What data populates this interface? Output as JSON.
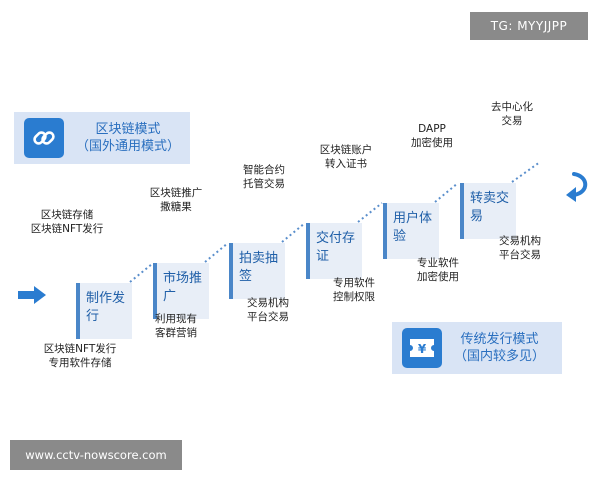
{
  "badges": {
    "tg": "TG: MYYJJPP",
    "url": "www.cctv-nowscore.com"
  },
  "legend": {
    "blockchain": {
      "line1": "区块链模式",
      "line2": "（国外通用模式）",
      "icon": "link-icon"
    },
    "traditional": {
      "line1": "传统发行模式",
      "line2": "（国内较多见）",
      "icon": "yuan-ticket-icon"
    }
  },
  "steps": [
    {
      "line1": "制作发",
      "line2": "行"
    },
    {
      "line1": "市场推",
      "line2": "广"
    },
    {
      "line1": "拍卖抽",
      "line2": "签"
    },
    {
      "line1": "交付存",
      "line2": "证"
    },
    {
      "line1": "用户体",
      "line2": "验"
    },
    {
      "line1": "转卖交",
      "line2": "易"
    }
  ],
  "notes": {
    "n1": {
      "line1": "区块链存储",
      "line2": "区块链NFT发行"
    },
    "n2": {
      "line1": "区块链NFT发行",
      "line2": "专用软件存储"
    },
    "n3": {
      "line1": "区块链推广",
      "line2": "撒糖果"
    },
    "n4": {
      "line1": "利用现有",
      "line2": "客群营销"
    },
    "n5": {
      "line1": "智能合约",
      "line2": "托管交易"
    },
    "n6": {
      "line1": "交易机构",
      "line2": "平台交易"
    },
    "n7": {
      "line1": "区块链账户",
      "line2": "转入证书"
    },
    "n8": {
      "line1": "专用软件",
      "line2": "控制权限"
    },
    "n9": {
      "line1": "DAPP",
      "line2": "加密使用"
    },
    "n10": {
      "line1": "专业软件",
      "line2": "加密使用"
    },
    "n11": {
      "line1": "去中心化",
      "line2": "交易"
    },
    "n12": {
      "line1": "交易机构",
      "line2": "平台交易"
    }
  },
  "colors": {
    "accent": "#2a7cd0",
    "bar": "#4a86c8",
    "label": "#1f5fa8",
    "legendBg": "#d9e4f5"
  }
}
